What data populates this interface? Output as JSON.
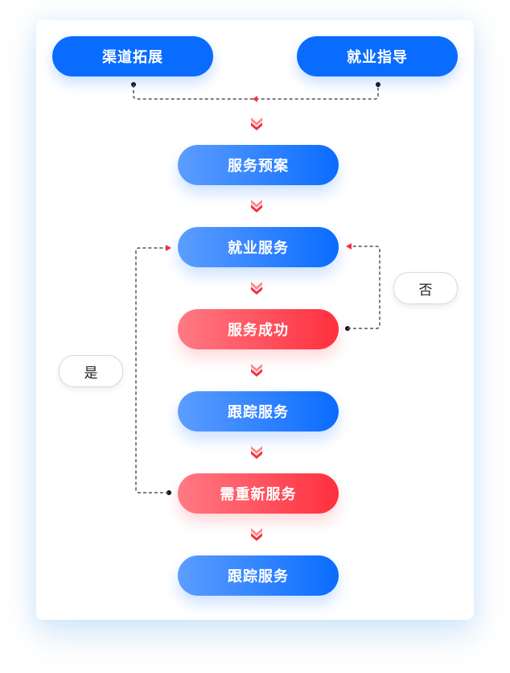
{
  "top_nodes": [
    {
      "label": "渠道拓展",
      "style": "solid"
    },
    {
      "label": "就业指导",
      "style": "solid"
    }
  ],
  "flow_nodes": [
    {
      "label": "服务预案",
      "style": "blue"
    },
    {
      "label": "就业服务",
      "style": "blue"
    },
    {
      "label": "服务成功",
      "style": "red"
    },
    {
      "label": "跟踪服务",
      "style": "blue"
    },
    {
      "label": "需重新服务",
      "style": "red"
    },
    {
      "label": "跟踪服务",
      "style": "blue"
    }
  ],
  "branch_labels": {
    "no": "否",
    "yes": "是"
  },
  "connectors": [
    {
      "from": "渠道拓展",
      "to": "merge-point",
      "style": "dashed"
    },
    {
      "from": "就业指导",
      "to": "merge-point",
      "style": "dashed"
    },
    {
      "from": "服务成功",
      "to": "就业服务",
      "label": "否",
      "style": "dashed"
    },
    {
      "from": "需重新服务",
      "to": "就业服务",
      "label": "是",
      "style": "dashed"
    }
  ],
  "colors": {
    "primary_blue": "#0a6cff",
    "gradient_blue_start": "#5c9dff",
    "gradient_red_start": "#ff7a84",
    "gradient_red_end": "#ff2f3e",
    "arrow_red": "#f2323f",
    "line": "#555555"
  }
}
